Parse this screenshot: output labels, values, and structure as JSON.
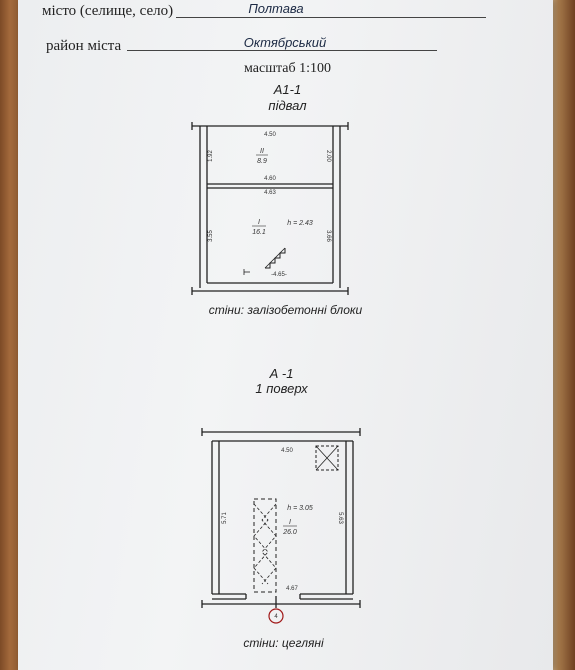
{
  "header": {
    "city_label": "місто (селище, село)",
    "city_value": "Полтава",
    "district_label": "район міста",
    "district_value": "Октябрський",
    "scale": "масштаб 1:100"
  },
  "plan_basement": {
    "title": "А1-1",
    "subtitle": "підвал",
    "dims": {
      "top": "4.50",
      "left_small": "1.92",
      "right_small": "2.00",
      "mid": "4.60",
      "mid2": "4.63",
      "left_big": "3.55",
      "right_big": "3.66",
      "bottom": "-4.65-"
    },
    "room2_num": "II",
    "room2_area": "8.9",
    "room1_num": "I",
    "room1_area": "16.1",
    "height": "h = 2.43",
    "walls": "стіни: залізобетонні блоки"
  },
  "plan_floor1": {
    "title": "А -1",
    "subtitle": "1 поверх",
    "dims": {
      "top": "4.50",
      "left": "5.71",
      "right": "5.63",
      "bottom": "4.67"
    },
    "room_num": "I",
    "room_area": "26.0",
    "height": "h = 3.05",
    "entry_marker": "4",
    "walls": "стіни: цегляні"
  }
}
